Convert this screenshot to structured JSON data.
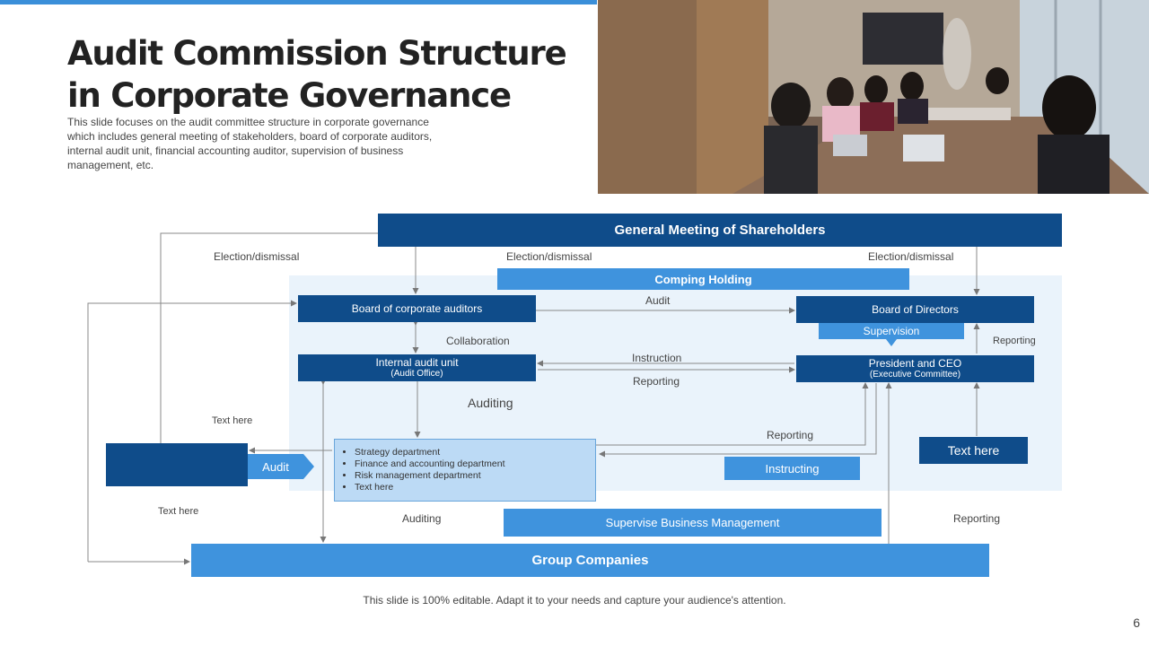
{
  "slide": {
    "title": "Audit Commission Structure in Corporate Governance",
    "subtitle": "This slide focuses on the audit committee structure in corporate governance  which includes general  meeting of stakeholders,  board of corporate auditors, internal audit unit, financial accounting auditor, supervision  of business management,  etc.",
    "footer": "This slide is 100% editable. Adapt it to your needs and capture your audience's attention.",
    "page_number": "6"
  },
  "diagram": {
    "general_meeting": "General Meeting of Shareholders",
    "comping_holding": "Comping Holding",
    "board_auditors": "Board of corporate auditors",
    "board_directors": "Board of Directors",
    "supervision": "Supervision",
    "internal_audit": "Internal  audit unit",
    "internal_audit_sub": "(Audit Office)",
    "president": "President  and CEO",
    "president_sub": "(Executive Committee)",
    "departments": [
      "Strategy department",
      "Finance and accounting department",
      "Risk management department",
      "Text here"
    ],
    "instructing": "Instructing",
    "text_here_box": "Text here",
    "audit_tag": "Audit",
    "supervise": "Supervise  Business Management",
    "group_companies": "Group Companies",
    "labels": {
      "election_left": "Election/dismissal",
      "election_mid": "Election/dismissal",
      "election_right": "Election/dismissal",
      "audit": "Audit",
      "collaboration": "Collaboration",
      "instruction": "Instruction",
      "reporting_mid": "Reporting",
      "reporting_right_top": "Reporting",
      "auditing_top": "Auditing",
      "reporting_lower": "Reporting",
      "text_here_upper": "Text here",
      "text_here_lower": "Text here",
      "auditing_bottom": "Auditing",
      "reporting_bottom": "Reporting"
    }
  },
  "colors": {
    "dark_blue": "#0f4c8a",
    "mid_blue": "#3f93dd",
    "light_blue": "#bcdaf5",
    "panel": "#eaf3fb",
    "accent": "#3a8fd9"
  }
}
